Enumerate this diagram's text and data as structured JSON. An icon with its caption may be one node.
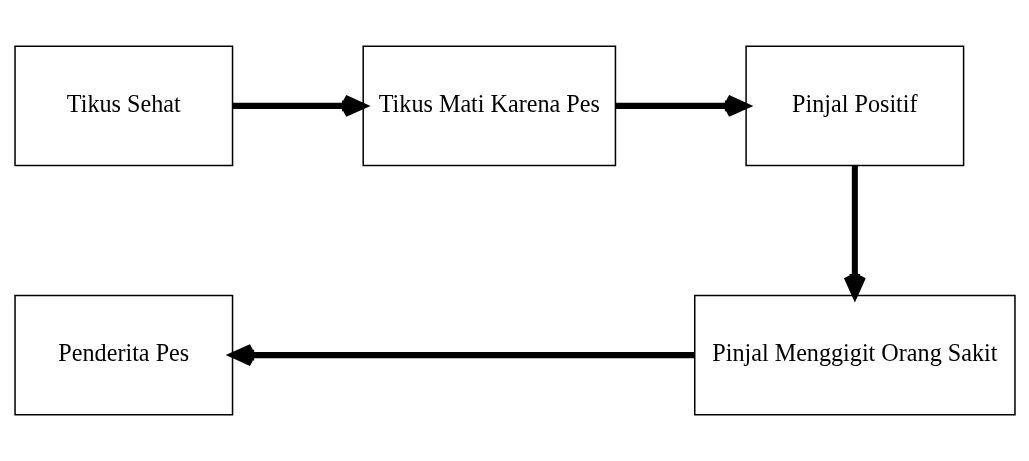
{
  "diagram": {
    "nodes": [
      {
        "text": [
          "Tikus Sehat"
        ]
      },
      {
        "text": [
          "Tikus Mati Karena Pes"
        ]
      },
      {
        "text": [
          "Pinjal Positif"
        ]
      },
      {
        "text": [
          "Pinjal Menggigit Orang Sakit"
        ]
      },
      {
        "text": [
          "Penderita Pes"
        ]
      }
    ],
    "edges": [
      {
        "from": 0,
        "to": 1,
        "arrow": "to"
      },
      {
        "from": 1,
        "to": 2,
        "arrow": "to"
      },
      {
        "from": 2,
        "to": 3,
        "arrow": "to"
      },
      {
        "from": 3,
        "to": 4,
        "arrow": "to"
      }
    ]
  }
}
